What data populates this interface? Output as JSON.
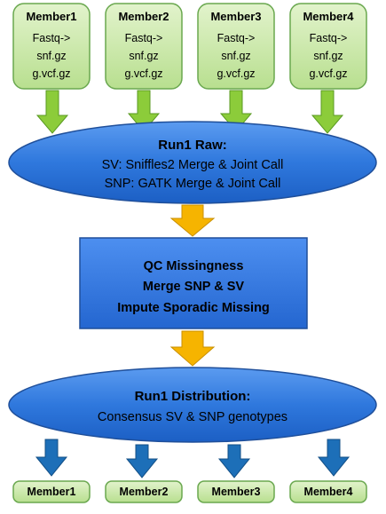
{
  "members_top": [
    {
      "title": "Member1",
      "lines": [
        "Fastq->",
        "snf.gz",
        "g.vcf.gz"
      ]
    },
    {
      "title": "Member2",
      "lines": [
        "Fastq->",
        "snf.gz",
        "g.vcf.gz"
      ]
    },
    {
      "title": "Member3",
      "lines": [
        "Fastq->",
        "snf.gz",
        "g.vcf.gz"
      ]
    },
    {
      "title": "Member4",
      "lines": [
        "Fastq->",
        "snf.gz",
        "g.vcf.gz"
      ]
    }
  ],
  "run_raw": {
    "title": "Run1 Raw:",
    "line1": "SV: Sniffles2 Merge & Joint Call",
    "line2": "SNP: GATK Merge & Joint Call"
  },
  "qc_box": {
    "line1": "QC Missingness",
    "line2": "Merge SNP & SV",
    "line3": "Impute Sporadic Missing"
  },
  "run_dist": {
    "title": "Run1 Distribution:",
    "line1": "Consensus SV & SNP genotypes"
  },
  "members_bottom": [
    "Member1",
    "Member2",
    "Member3",
    "Member4"
  ],
  "colors": {
    "green_fill": "#c6e6a4",
    "green_border": "#6aa84f",
    "green_arrow": "#8ccc3a",
    "blue_fill": "#2e74d8",
    "blue_border": "#1f4f9a",
    "orange_arrow": "#f6b400",
    "blue_arrow": "#1d6fb8"
  }
}
